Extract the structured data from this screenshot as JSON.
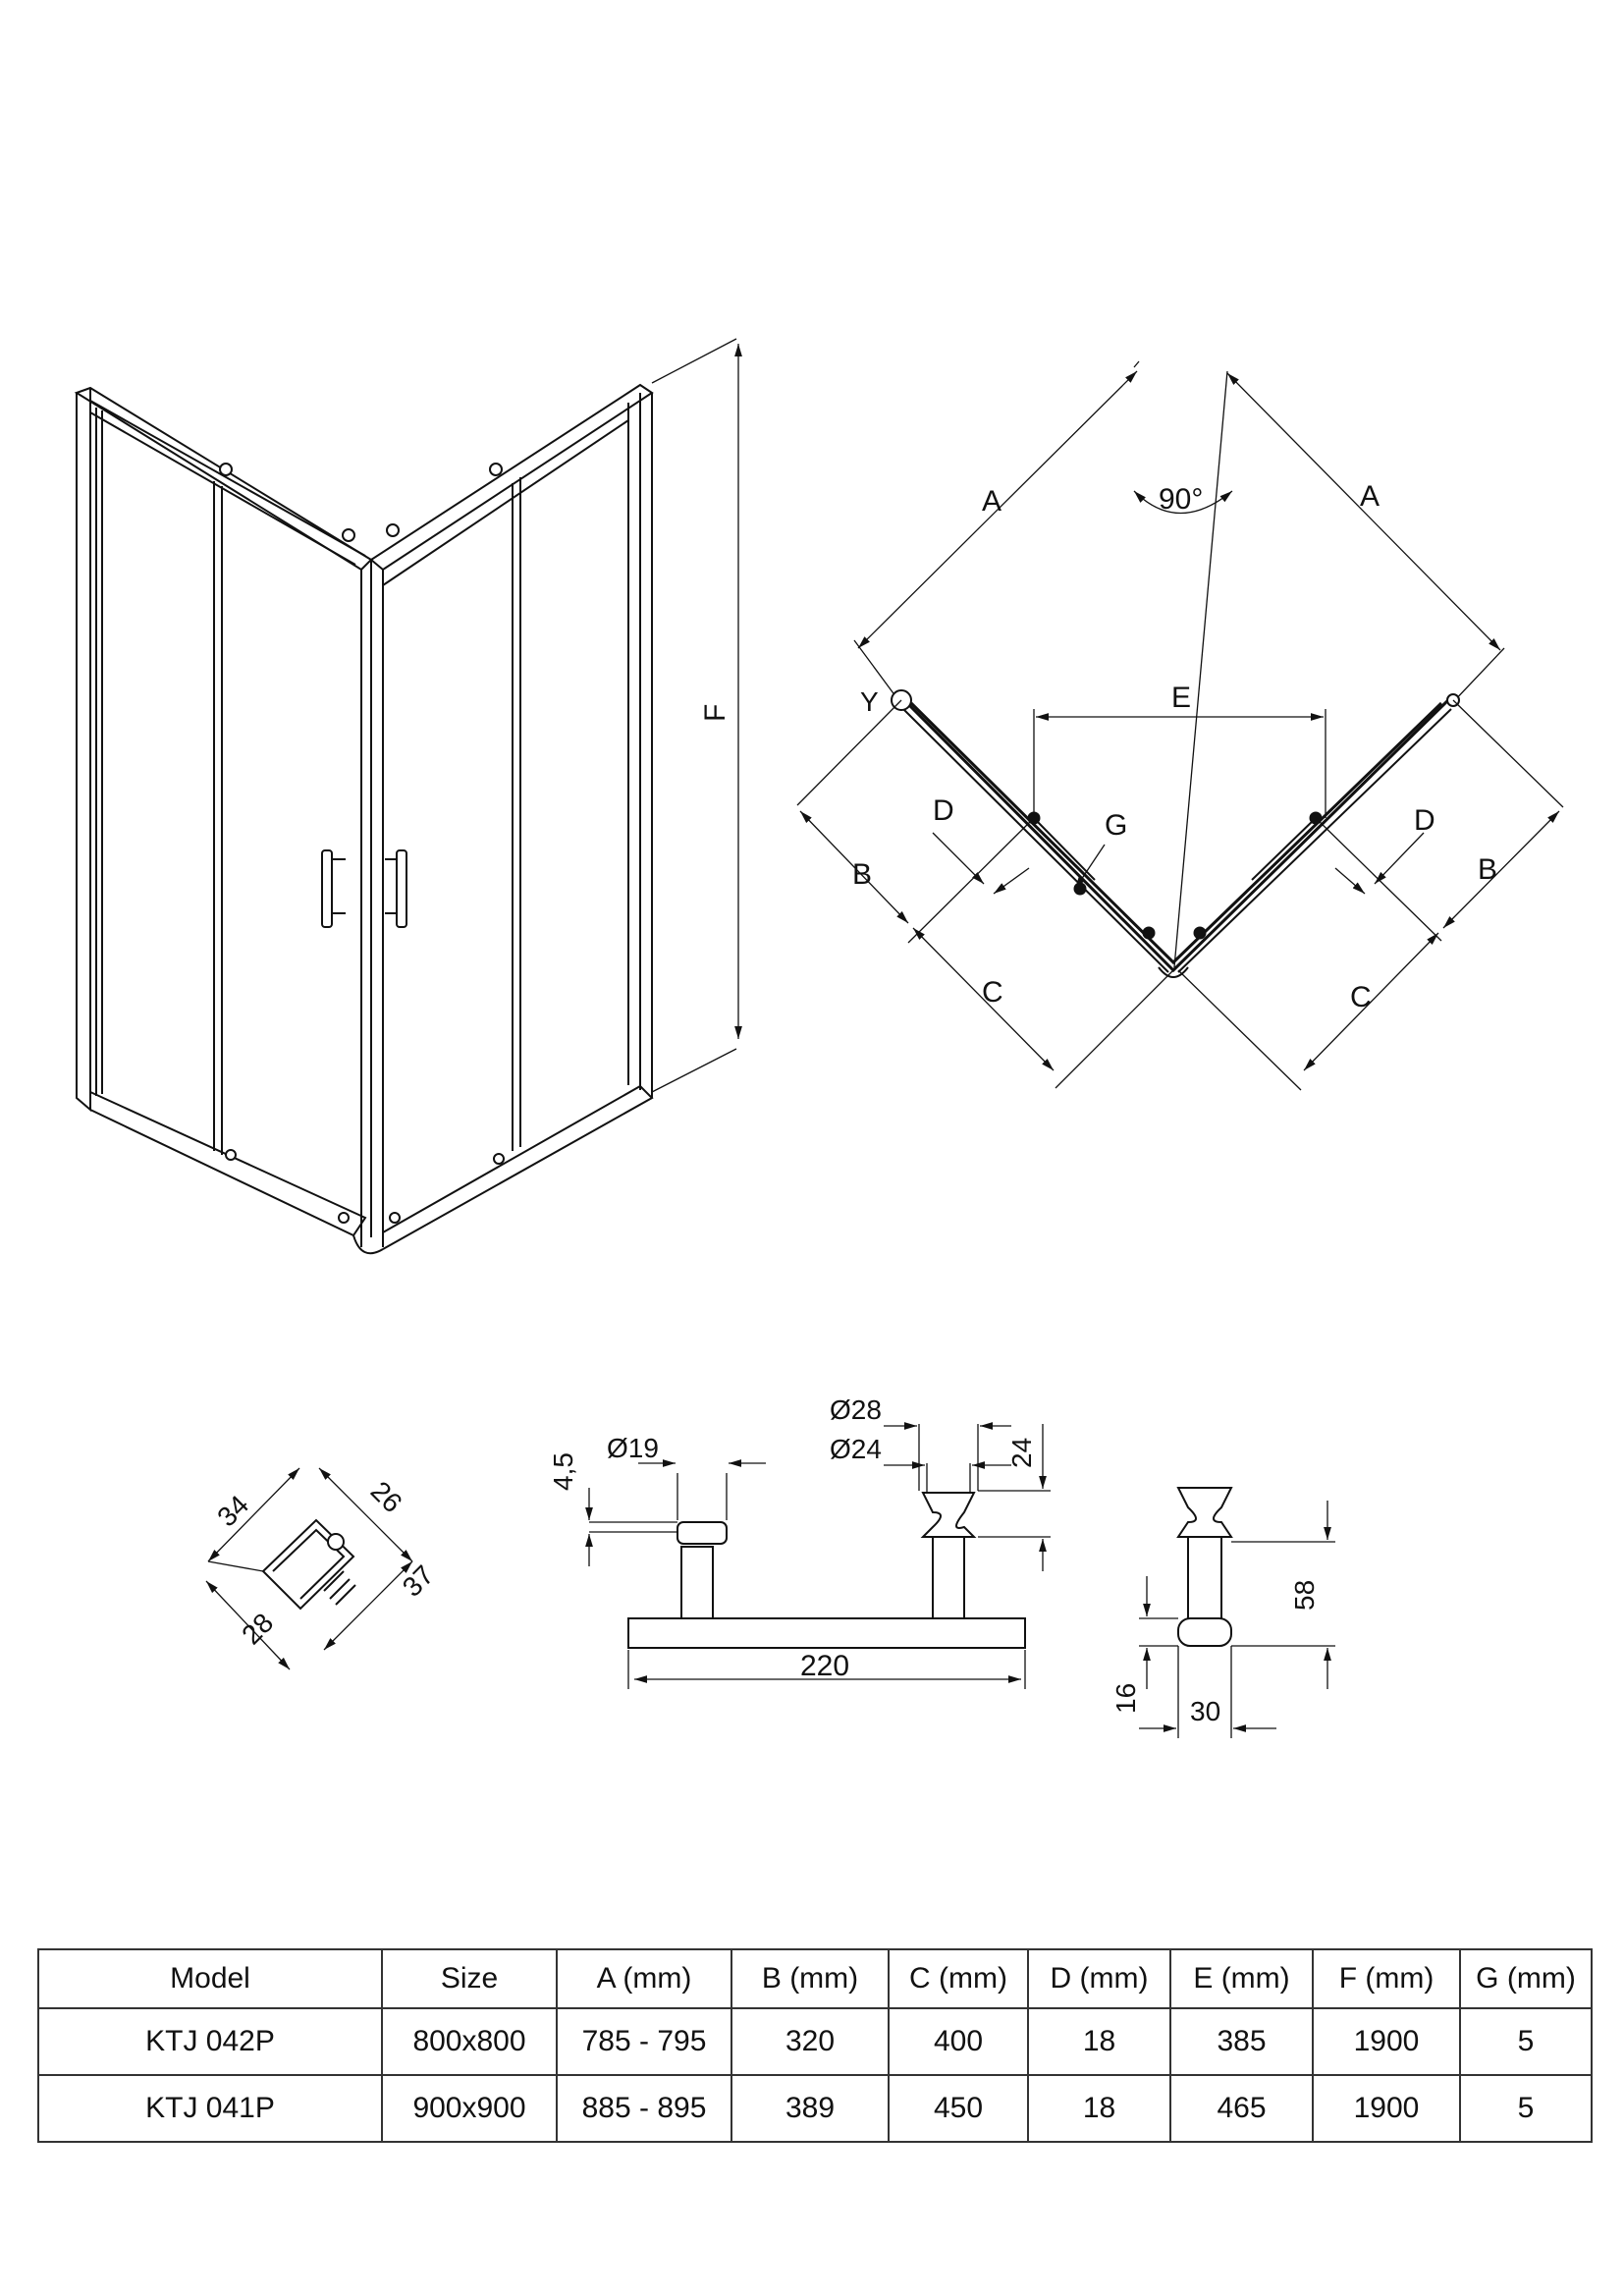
{
  "corner_view": {
    "angle_label": "90°",
    "dim_labels": {
      "A": "A",
      "B": "B",
      "C": "C",
      "D": "D",
      "E": "E",
      "G": "G",
      "Y": "Y"
    }
  },
  "elevation_view": {
    "height_label": "F"
  },
  "profile_detail": {
    "dims": [
      "34",
      "26",
      "28",
      "37"
    ]
  },
  "handle_detail": {
    "dims": {
      "t": "4,5",
      "d19": "Ø19",
      "d28": "Ø28",
      "d24": "Ø24",
      "h24": "24",
      "length": "220"
    }
  },
  "knob_detail": {
    "dims": {
      "h58": "58",
      "h16": "16",
      "w30": "30"
    }
  },
  "spec_table": {
    "headers": [
      "Model",
      "Size",
      "A (mm)",
      "B (mm)",
      "C (mm)",
      "D (mm)",
      "E (mm)",
      "F (mm)",
      "G (mm)"
    ],
    "rows": [
      [
        "KTJ 042P",
        "800x800",
        "785 - 795",
        "320",
        "400",
        "18",
        "385",
        "1900",
        "5"
      ],
      [
        "KTJ 041P",
        "900x900",
        "885 - 895",
        "389",
        "450",
        "18",
        "465",
        "1900",
        "5"
      ]
    ]
  }
}
